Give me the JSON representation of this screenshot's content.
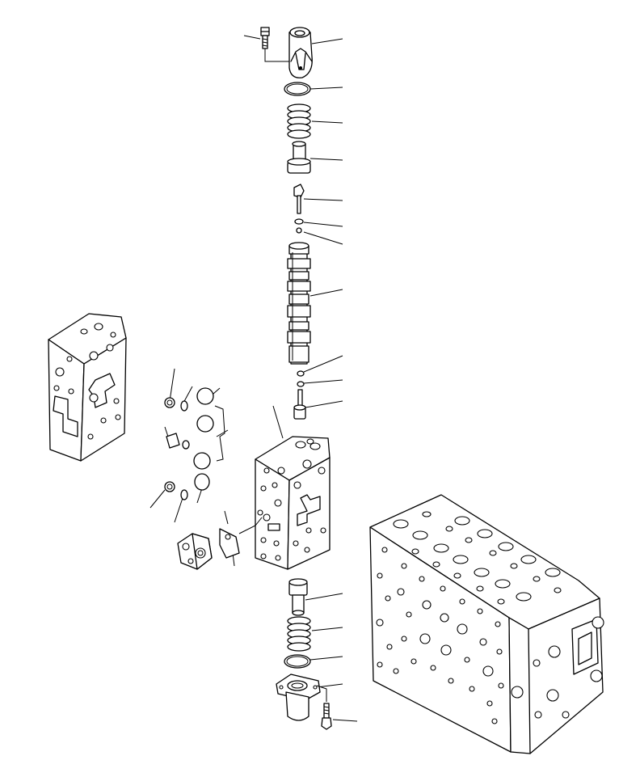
{
  "diagram": {
    "kind": "exploded-parts-view",
    "line_color": "#000000",
    "background": "#ffffff",
    "components": [
      "bolt-top",
      "cover-top",
      "o-ring-top",
      "spring-top",
      "retainer-top",
      "stopper-pin",
      "o-ring-small-a",
      "o-ring-small-b",
      "spool",
      "o-ring-small-c",
      "o-ring-small-d",
      "piston",
      "valve-body",
      "side-block",
      "seal-kit-rings",
      "pilot-block",
      "gasket",
      "retainer-bottom",
      "spring-bottom",
      "o-ring-bottom",
      "cover-bottom",
      "bolt-bottom",
      "control-valve-assembly"
    ]
  }
}
